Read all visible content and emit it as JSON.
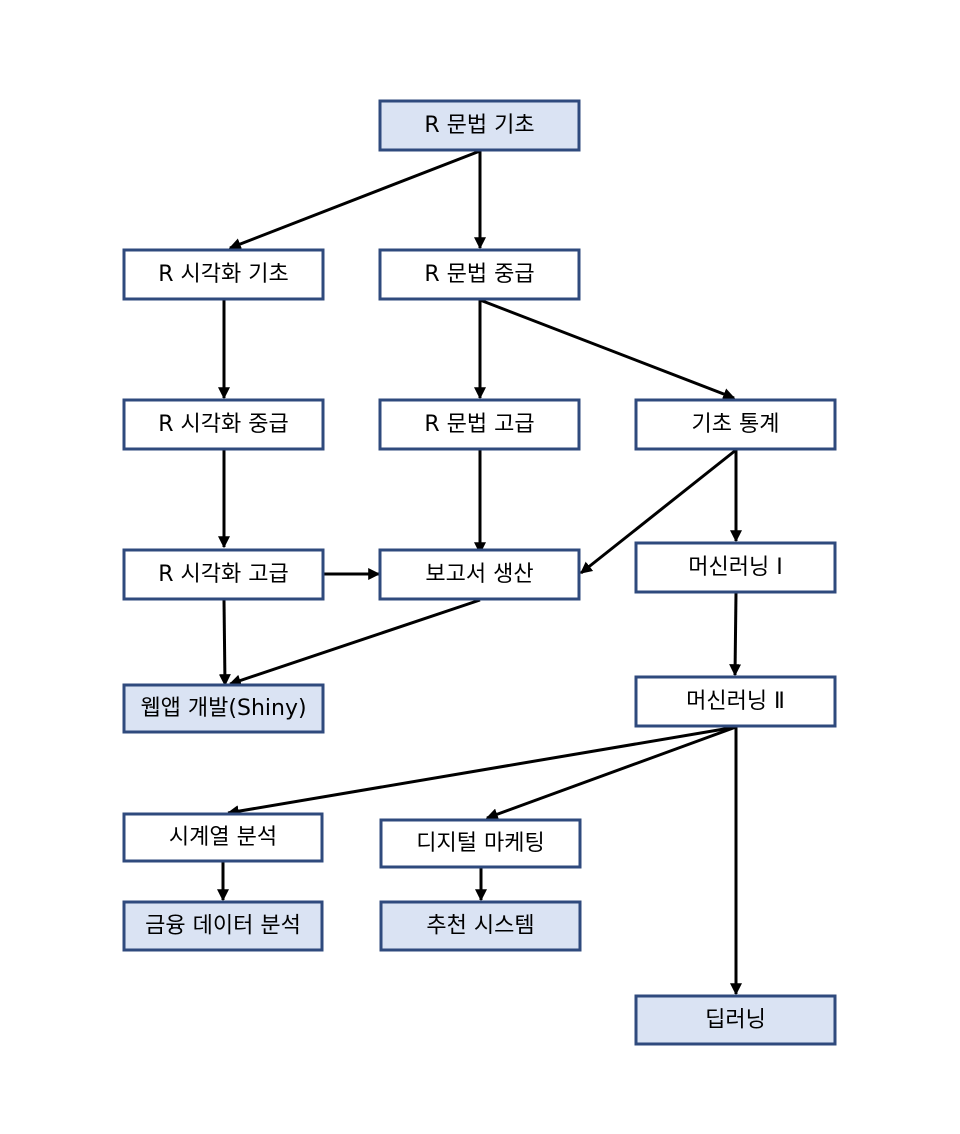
{
  "nodes": {
    "r_syntax_basic": {
      "label": "R 문법 기초",
      "style": "filled"
    },
    "r_viz_basic": {
      "label": "R 시각화 기초",
      "style": "plain"
    },
    "r_syntax_intermediate": {
      "label": "R 문법 중급",
      "style": "plain"
    },
    "r_viz_intermediate": {
      "label": "R 시각화 중급",
      "style": "plain"
    },
    "r_syntax_advanced": {
      "label": "R 문법 고급",
      "style": "plain"
    },
    "basic_statistics": {
      "label": "기초 통계",
      "style": "plain"
    },
    "r_viz_advanced": {
      "label": "R 시각화 고급",
      "style": "plain"
    },
    "report_production": {
      "label": "보고서 생산",
      "style": "plain"
    },
    "machine_learning_1": {
      "label": "머신러닝 Ⅰ",
      "style": "plain"
    },
    "webapp_dev": {
      "label": "웹앱 개발(Shiny)",
      "style": "filled"
    },
    "machine_learning_2": {
      "label": "머신러닝 Ⅱ",
      "style": "plain"
    },
    "time_series": {
      "label": "시계열 분석",
      "style": "plain"
    },
    "digital_marketing": {
      "label": "디지털 마케팅",
      "style": "plain"
    },
    "financial_data": {
      "label": "금융 데이터 분석",
      "style": "filled"
    },
    "recommender_system": {
      "label": "추천 시스템",
      "style": "filled"
    },
    "deep_learning": {
      "label": "딥러닝",
      "style": "filled"
    }
  },
  "edges": [
    {
      "from": "r_syntax_basic",
      "to": "r_viz_basic"
    },
    {
      "from": "r_syntax_basic",
      "to": "r_syntax_intermediate"
    },
    {
      "from": "r_viz_basic",
      "to": "r_viz_intermediate"
    },
    {
      "from": "r_syntax_intermediate",
      "to": "r_syntax_advanced"
    },
    {
      "from": "r_syntax_intermediate",
      "to": "basic_statistics"
    },
    {
      "from": "r_viz_intermediate",
      "to": "r_viz_advanced"
    },
    {
      "from": "r_syntax_advanced",
      "to": "report_production"
    },
    {
      "from": "basic_statistics",
      "to": "report_production"
    },
    {
      "from": "basic_statistics",
      "to": "machine_learning_1"
    },
    {
      "from": "r_viz_advanced",
      "to": "report_production"
    },
    {
      "from": "r_viz_advanced",
      "to": "webapp_dev"
    },
    {
      "from": "report_production",
      "to": "webapp_dev"
    },
    {
      "from": "machine_learning_1",
      "to": "machine_learning_2"
    },
    {
      "from": "machine_learning_2",
      "to": "time_series"
    },
    {
      "from": "machine_learning_2",
      "to": "digital_marketing"
    },
    {
      "from": "machine_learning_2",
      "to": "deep_learning"
    },
    {
      "from": "time_series",
      "to": "financial_data"
    },
    {
      "from": "digital_marketing",
      "to": "recommender_system"
    }
  ],
  "colors": {
    "box_border": "#2f4a7d",
    "box_fill_filled": "#dae3f3",
    "box_fill_plain": "#ffffff",
    "arrow": "#000000",
    "text": "#000000"
  }
}
